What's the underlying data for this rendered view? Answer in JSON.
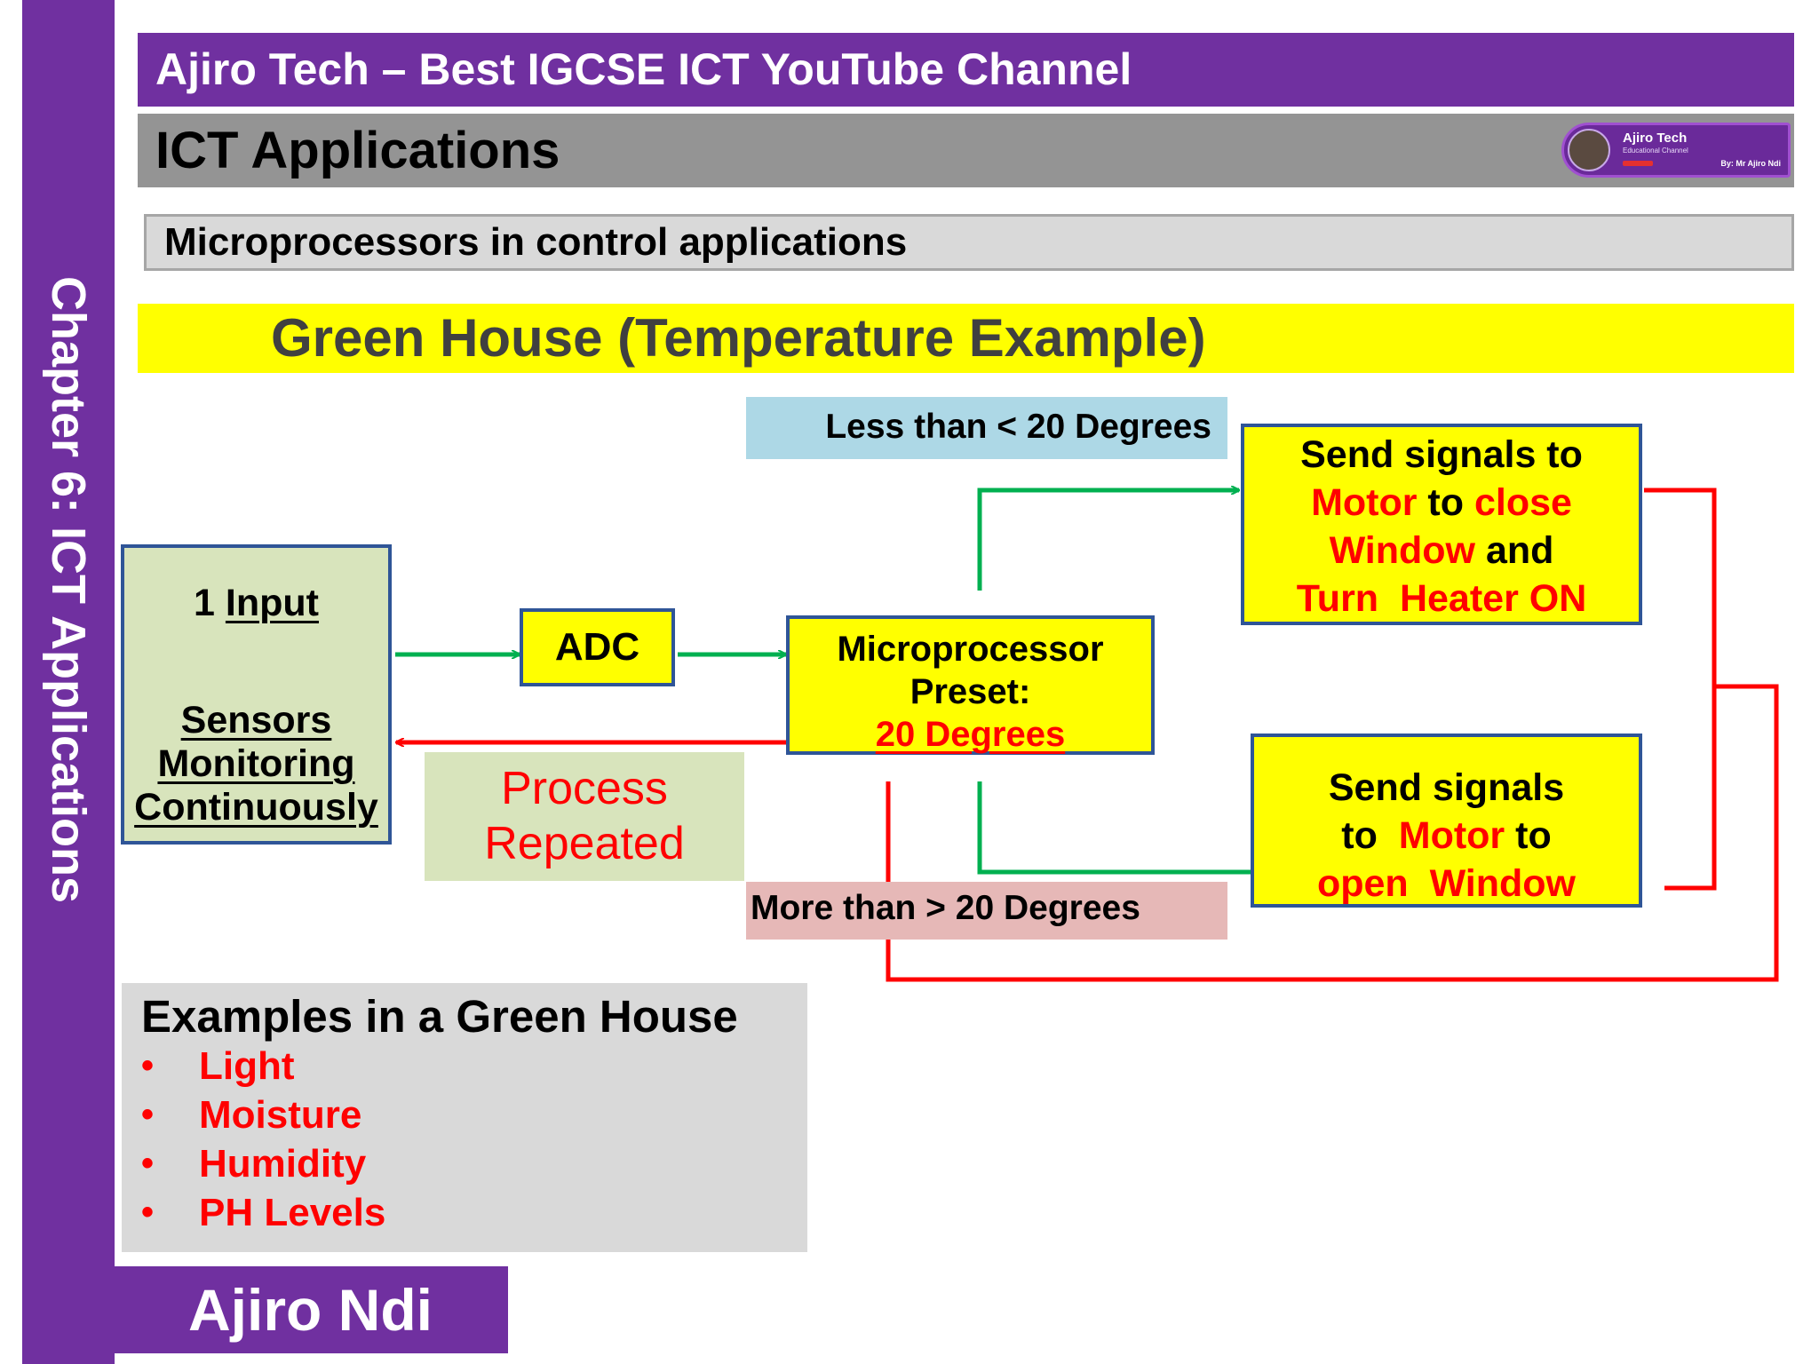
{
  "sidebar": {
    "text": "Chapter 6: ICT Applications"
  },
  "header": {
    "channel_title": "Ajiro Tech – Best IGCSE ICT YouTube Channel",
    "topic_title": "ICT Applications",
    "logo": {
      "title": "Ajiro Tech",
      "subtitle": "Educational Channel",
      "byline": "By: Mr Ajiro Ndi"
    }
  },
  "subtopic": "Microprocessors in control applications",
  "heading": "Green House (Temperature Example)",
  "diagram": {
    "input_box": {
      "title_num": "1",
      "title_word": "Input",
      "lines": [
        "Sensors",
        "Monitoring",
        "Continuously"
      ]
    },
    "adc_box": {
      "label": "ADC"
    },
    "microprocessor_box": {
      "line1": "Microprocessor",
      "line2": "Preset:",
      "line3": "20 Degrees"
    },
    "less_label": "Less than < 20 Degrees",
    "more_label": "More than > 20 Degrees",
    "close_box": {
      "l1": "Send signals to",
      "l2a": "Motor",
      "l2b": " to ",
      "l2c": "close",
      "l3a": "Window",
      "l3b": " and",
      "l4": "Turn  Heater ON"
    },
    "open_box": {
      "l1": "Send signals",
      "l2a": "to  ",
      "l2b": "Motor",
      "l2c": " to",
      "l3": "open  Window"
    },
    "process_label": {
      "line1": "Process",
      "line2": "Repeated"
    },
    "colors": {
      "flow_arrow": "#00b050",
      "feedback_arrow": "#ff0000",
      "box_border": "#2f5597"
    }
  },
  "examples": {
    "title": "Examples in a Green House",
    "bullet": "•",
    "items": [
      "Light",
      "Moisture",
      "Humidity",
      "PH Levels"
    ]
  },
  "author": "Ajiro Ndi"
}
